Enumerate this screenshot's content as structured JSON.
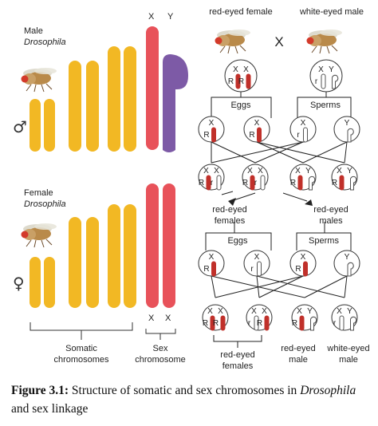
{
  "left_panel": {
    "male_label": "Male",
    "male_species": "Drosophila",
    "male_symbol": "♂",
    "female_label": "Female",
    "female_species": "Drosophila",
    "female_symbol": "♀",
    "sex_top_x": "X",
    "sex_top_y": "Y",
    "sex_bottom_x1": "X",
    "sex_bottom_x2": "X",
    "somatic_label_1": "Somatic",
    "somatic_label_2": "chromosomes",
    "sex_label_1": "Sex",
    "sex_label_2": "chromosome"
  },
  "right_panel": {
    "parent_female": "red-eyed female",
    "parent_male": "white-eyed male",
    "cross_symbol": "X",
    "eggs": "Eggs",
    "sperms": "Sperms",
    "f1_female_1": "red-eyed",
    "f1_female_2": "females",
    "f1_male_1": "red-eyed",
    "f1_male_2": "males",
    "f2_female_1": "red-eyed",
    "f2_female_2": "females",
    "f2_male_red_1": "red-eyed",
    "f2_male_red_2": "male",
    "f2_male_white_1": "white-eyed",
    "f2_male_white_2": "male",
    "x": "X",
    "y": "Y",
    "R": "R",
    "r": "r"
  },
  "colors": {
    "somatic": "#f2b824",
    "sex_x": "#e8525a",
    "sex_y": "#7d5aa6",
    "allele_red": "#c0302a",
    "allele_white": "#ffffff"
  },
  "caption": {
    "label": "Figure 3.1:",
    "text_1": "Structure of somatic and sex chromosomes in",
    "species": "Drosophila",
    "text_2": "and sex linkage"
  }
}
